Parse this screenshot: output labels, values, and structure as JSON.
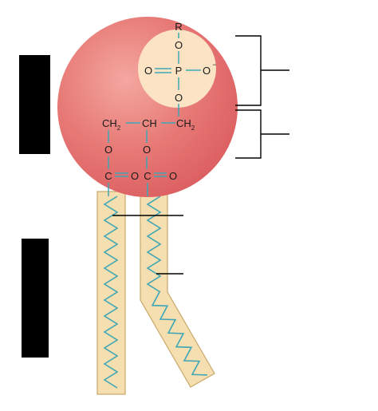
{
  "colors": {
    "background": "#ffffff",
    "head_fill": "#e56b6b",
    "head_highlight": "#f7c6c0",
    "phosphate_fill": "#fbe3c4",
    "tail_fill": "#f5deb0",
    "tail_stroke": "#c9a86a",
    "bond_color": "#3ea7b5",
    "label_box": "#000000",
    "leader_line": "#000000"
  },
  "phosphate": {
    "r_group": "R",
    "oxygen_top": "O",
    "oxygen_left": "O",
    "phosphorus": "P",
    "oxygen_right": "O",
    "oxygen_right_charge": "−",
    "oxygen_bottom": "O"
  },
  "glycerol": {
    "c1": "CH",
    "c1_sub": "2",
    "c2": "CH",
    "c3": "CH",
    "c3_sub": "2"
  },
  "ester": {
    "o_link_1": "O",
    "o_link_2": "O",
    "carbon_1": "C",
    "carbonyl_o_1": "O",
    "carbon_2": "C",
    "carbonyl_o_2": "O"
  },
  "tails": {
    "count": 2,
    "second_tail_kinked": true
  },
  "label_boxes": [
    {
      "id": "upper",
      "text": ""
    },
    {
      "id": "lower",
      "text": ""
    }
  ]
}
